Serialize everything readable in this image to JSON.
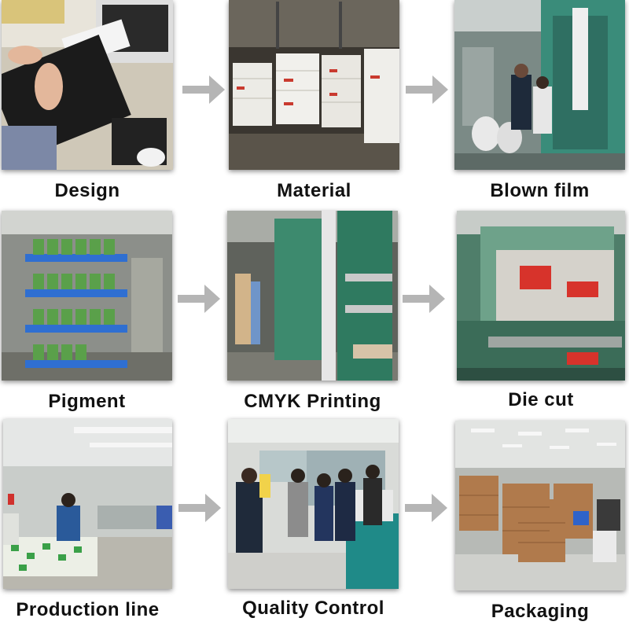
{
  "steps": [
    {
      "id": "design",
      "label": "Design"
    },
    {
      "id": "material",
      "label": "Material"
    },
    {
      "id": "blown-film",
      "label": "Blown film"
    },
    {
      "id": "pigment",
      "label": "Pigment"
    },
    {
      "id": "cmyk-printing",
      "label": "CMYK Printing"
    },
    {
      "id": "die-cut",
      "label": "Die cut"
    },
    {
      "id": "production-line",
      "label": "Production line"
    },
    {
      "id": "quality-control",
      "label": "Quality Control"
    },
    {
      "id": "packaging",
      "label": "Packaging"
    }
  ],
  "colors": {
    "arrow": "#b5b5b5",
    "caption": "#111111"
  }
}
